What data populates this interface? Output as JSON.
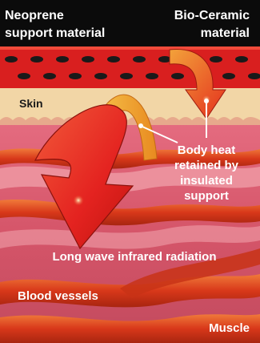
{
  "labels": {
    "neoprene_line1": "Neoprene",
    "neoprene_line2": "support material",
    "bioceramic_line1": "Bio-Ceramic",
    "bioceramic_line2": "material",
    "skin": "Skin",
    "bodyheat_line1": "Body heat",
    "bodyheat_line2": "retained by",
    "bodyheat_line3": "insulated",
    "bodyheat_line4": "support",
    "infrared": "Long wave infrared radiation",
    "blood_vessels": "Blood vessels",
    "muscle": "Muscle"
  },
  "colors": {
    "header_bg": "#0b0b0b",
    "neoprene_band": "#d91f1f",
    "ceramic_dot": "#1a1a1a",
    "skin": "#f2d6a6",
    "tissue": "#d9566a",
    "tissue_light": "#f0a0aa",
    "vessel": "#e0401a",
    "arrow_red": "#e8241e",
    "arrow_orange": "#f0a020",
    "text_light": "#ffffff",
    "text_dark": "#1a1a1a"
  }
}
